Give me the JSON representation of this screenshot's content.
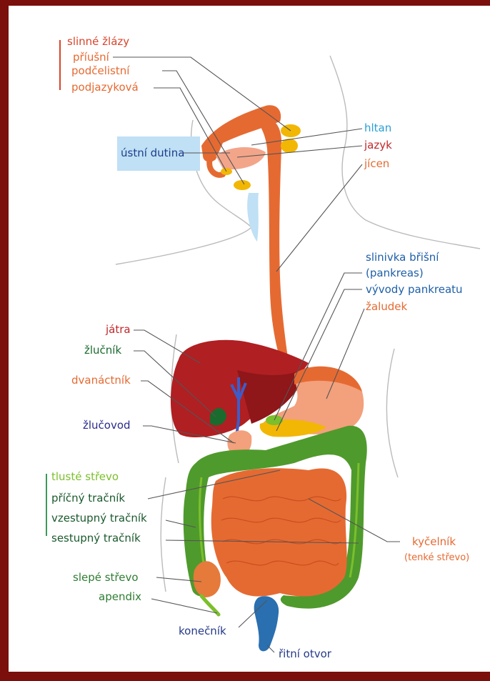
{
  "colors": {
    "frame": "#7a0f0c",
    "salivary": "#d8452b",
    "orange": "#e56a32",
    "blue": "#2a9fd6",
    "crimson": "#c0282a",
    "pancreas": "#1e5fa8",
    "duct": "#2b2b8c",
    "liver": "#b01f22",
    "gall": "#1a6b2e",
    "green": "#4f9a2c",
    "lightgreen": "#7bbf2c",
    "darkblue": "#243a8a"
  },
  "labels": {
    "slinne_zlazy": "slinné žlázy",
    "priusni": "příušní",
    "podcelistni": "podčelistní",
    "podjazykova": "podjazyková",
    "ustni_dutina": "ústní dutina",
    "hltan": "hltan",
    "jazyk": "jazyk",
    "jicen": "jícen",
    "slinivka": "slinivka břišní",
    "pankreas": "(pankreas)",
    "vyvody": "vývody pankreatu",
    "zaludek": "žaludek",
    "jatra": "játra",
    "zlucnik": "žlučník",
    "dvanactnik": "dvanáctník",
    "zlucovod": "žlučovod",
    "tluste_strevo": "tlusté střevo",
    "pricny": "příčný tračník",
    "vzestupny": "vzestupný tračník",
    "sestupny": "sestupný tračník",
    "kycelnik": "kyčelník",
    "tenke_strevo": "(tenké střevo)",
    "slepe_strevo": "slepé střevo",
    "apendix": "apendix",
    "konecnik": "konečník",
    "ritni_otvor": "řitní otvor"
  }
}
